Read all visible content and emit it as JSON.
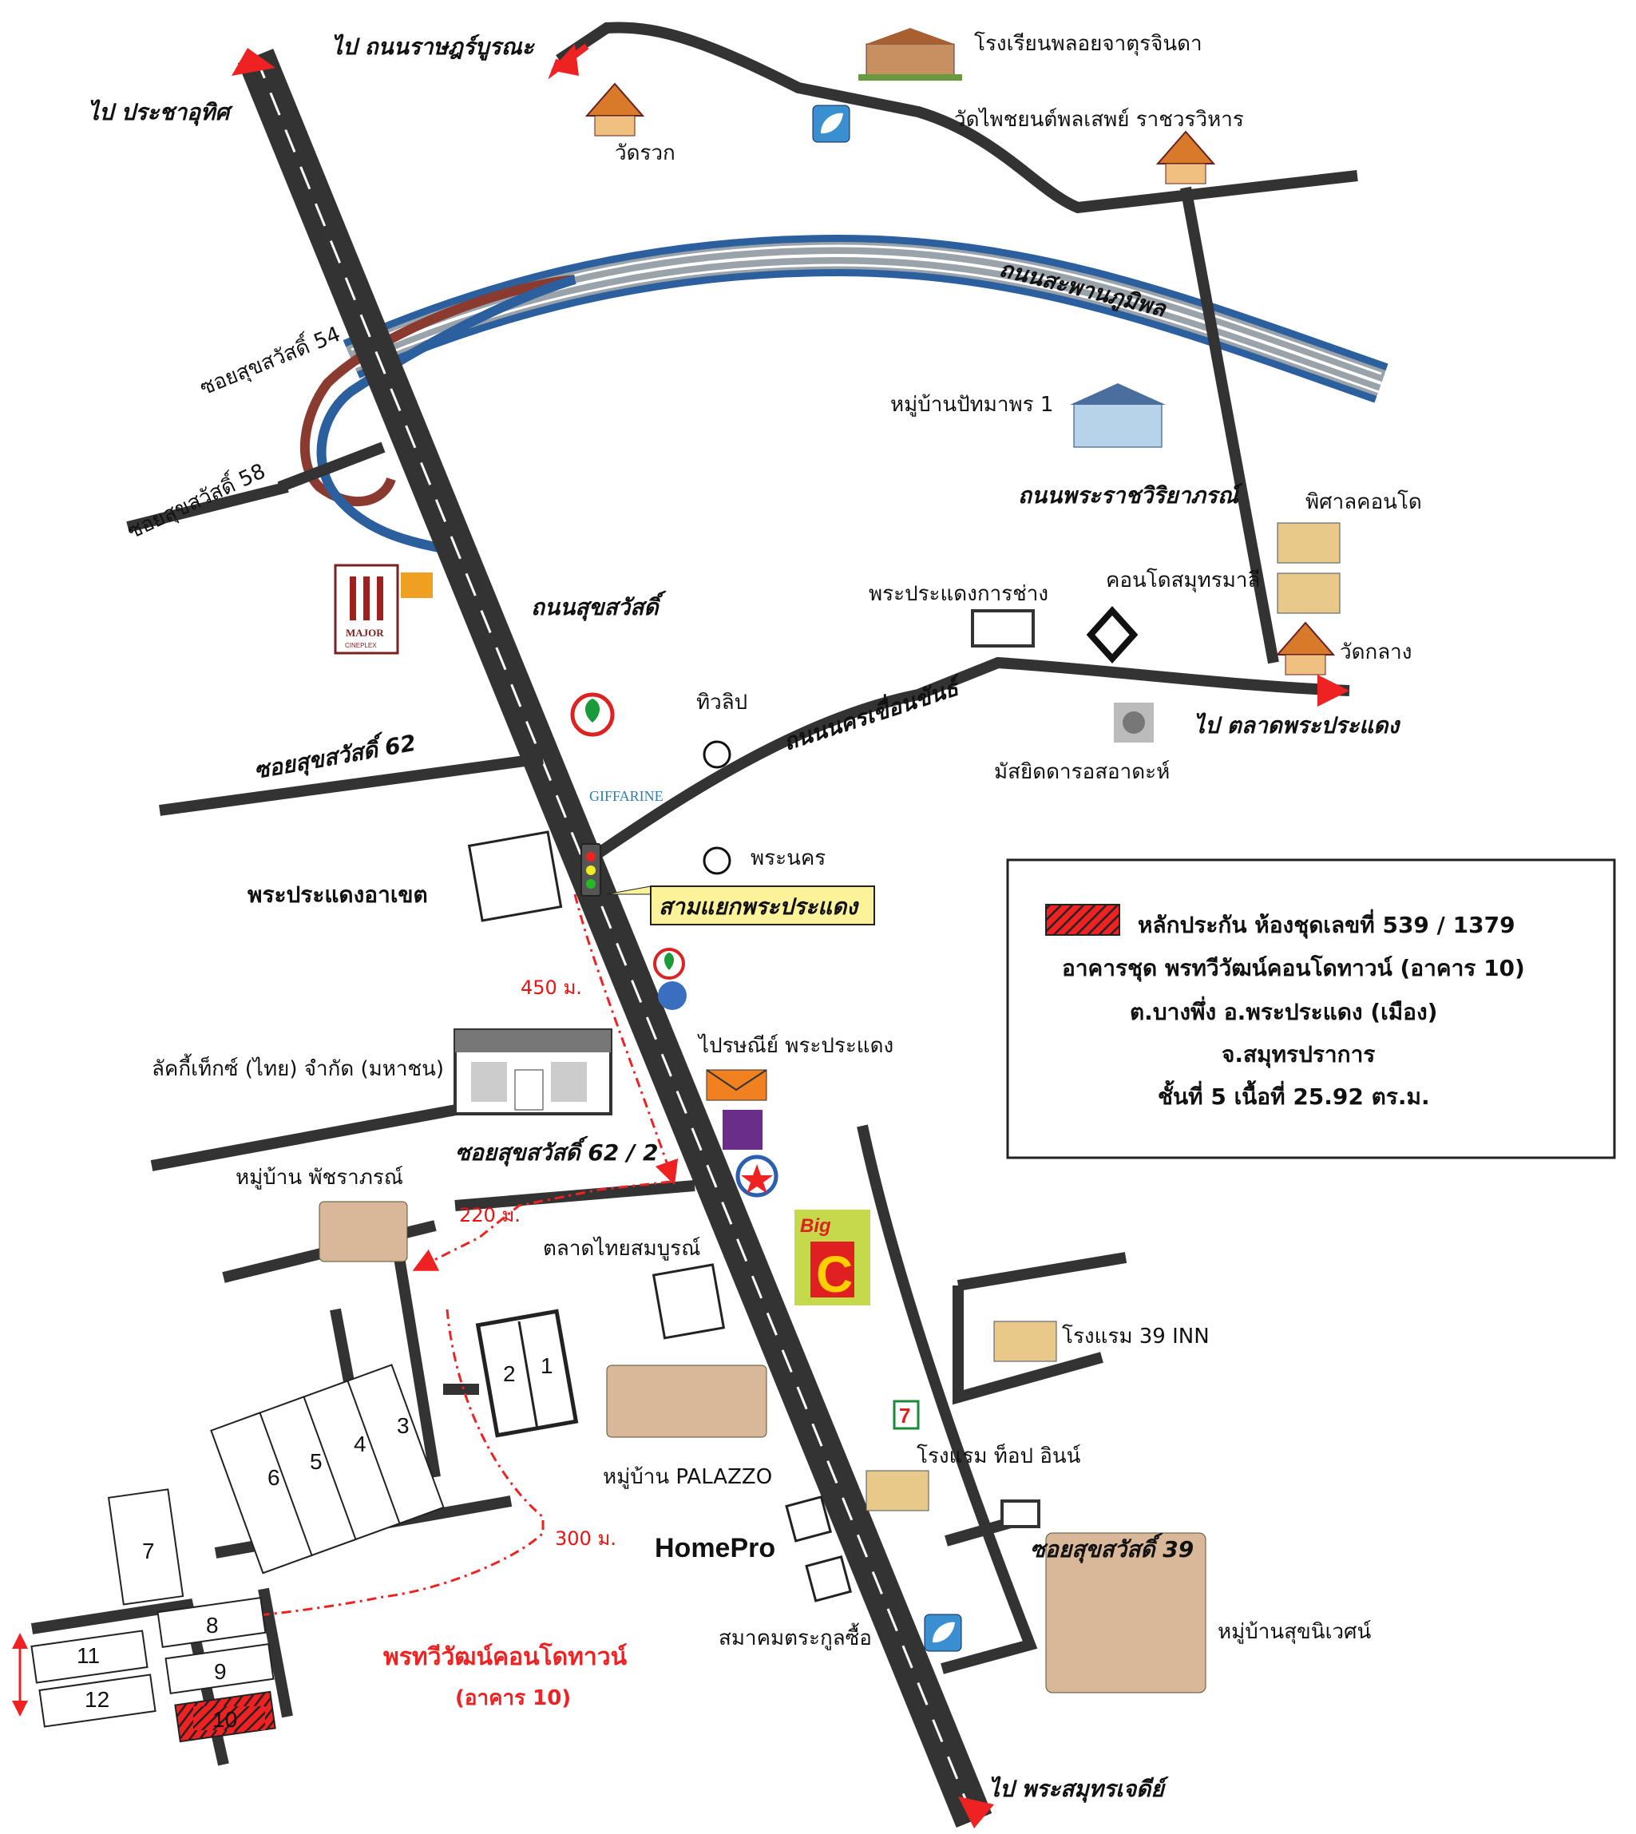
{
  "directions": {
    "to_pracha_uthit": "ไป ประชาอุทิศ",
    "to_ratburana": "ไป ถนนราษฎร์บูรณะ",
    "to_phrapradaeng_market": "ไป ตลาดพระประแดง",
    "to_samut_chedi": "ไป พระสมุทรเจดีย์"
  },
  "roads": {
    "bhumibol_bridge": "ถนนสะพานภูมิพล",
    "phra_ratchawiriyaporn": "ถนนพระราชวิริยาภรณ์",
    "suksawat": "ถนนสุขสวัสดิ์",
    "nakhon_khuean_khan": "ถนนนครเขื่อนขันธ์",
    "soi_54": "ซอยสุขสวัสดิ์ 54",
    "soi_58": "ซอยสุขสวัสดิ์ 58",
    "soi_62": "ซอยสุขสวัสดิ์ 62",
    "soi_62_2": "ซอยสุขสวัสดิ์ 62 / 2",
    "soi_39": "ซอยสุขสวัสดิ์ 39"
  },
  "landmarks": {
    "school": "โรงเรียนพลอยจาตุรจินดา",
    "wat_phaichayon": "วัดไพชยนต์พลเสพย์ ราชวรวิหาร",
    "wat_rawak": "วัดรวก",
    "pathamaphon_village": "หมู่บ้านปัทมาพร 1",
    "phisan_condo": "พิศาลคอนโด",
    "samut_mali_condo": "คอนโดสมุทรมาลี",
    "wat_klang": "วัดกลาง",
    "phrapradaeng_karnchang": "พระประแดงการช่าง",
    "tiwlip": "ทิวลิป",
    "mosque": "มัสยิดดารอสอาดะห์",
    "phranakhon": "พระนคร",
    "phrapradaeng_akhet": "พระประแดงอาเขต",
    "sam_yaek": "สามแยกพระประแดง",
    "post_office": "ไปรษณีย์ พระประแดง",
    "lucky_tex": "ลัคกี้เท็กซ์ (ไทย) จำกัด (มหาชน)",
    "phatchara_village": "หมู่บ้าน พัชราภรณ์",
    "talad_thai": "ตลาดไทยสมบูรณ์",
    "hotel_39_inn": "โรงแรม 39 INN",
    "hotel_top_inn": "โรงแรม ท็อป อินน์",
    "palazzo": "หมู่บ้าน PALAZZO",
    "homepro": "HomePro",
    "sakul_association": "สมาคมตระกูลซื้อ",
    "sukniwet_village": "หมู่บ้านสุขนิเวศน์",
    "giffarine": "GIFFARINE",
    "major_a": "MAJOR",
    "major_b": "CINEPLEX",
    "bigc_a": "Big",
    "bigc_b": "C",
    "seven": "7"
  },
  "distances": {
    "d450": "450 ม.",
    "d220": "220 ม.",
    "d300": "300 ม."
  },
  "condo": {
    "title": "พรทวีวัฒน์คอนโดทาวน์",
    "building": "(อาคาร 10)"
  },
  "buildings": [
    "1",
    "2",
    "3",
    "4",
    "5",
    "6",
    "7",
    "8",
    "9",
    "10",
    "11",
    "12"
  ],
  "legend": {
    "line1": "หลักประกัน ห้องชุดเลขที่ 539 / 1379",
    "line2": "อาคารชุด พรทวีวัฒน์คอนโดทาวน์ (อาคาร 10)",
    "line3": "ต.บางพึ่ง     อ.พระประแดง (เมือง)",
    "line4": "จ.สมุทรปราการ",
    "line5": "ชั้นที่ 5 เนื้อที่  25.92  ตร.ม."
  },
  "colors": {
    "road": "#333333",
    "expressway_blue": "#2b5f9e",
    "expressway_brown": "#8a3a2e",
    "route_red": "#e02020",
    "callout_fill": "#fbf29a"
  }
}
